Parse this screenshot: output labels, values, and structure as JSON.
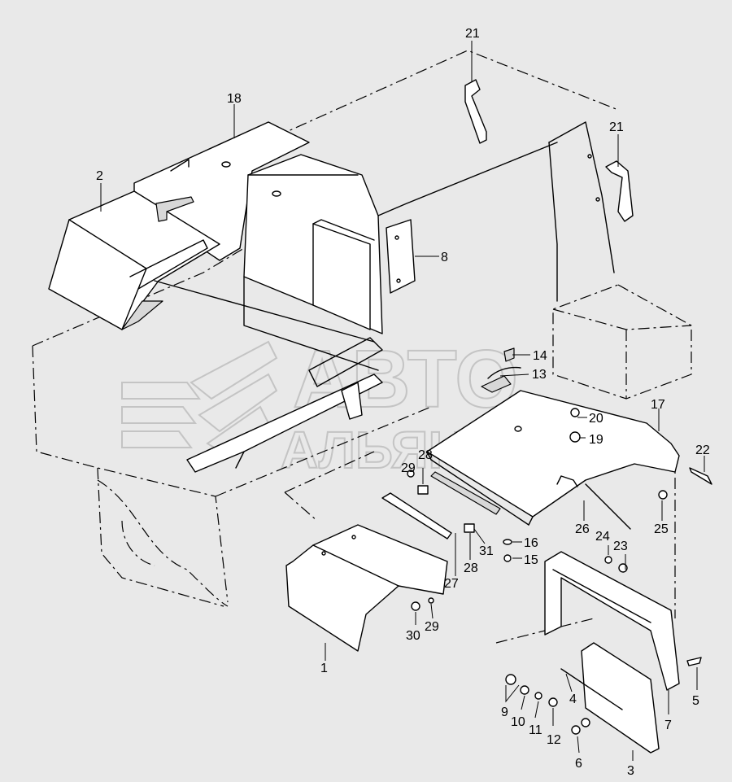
{
  "watermark": {
    "line1": "АВТО",
    "line2": "АЛЬЯНС"
  },
  "labels": [
    {
      "id": "1",
      "text": "1"
    },
    {
      "id": "2",
      "text": "2"
    },
    {
      "id": "3",
      "text": "3"
    },
    {
      "id": "4",
      "text": "4"
    },
    {
      "id": "5",
      "text": "5"
    },
    {
      "id": "6",
      "text": "6"
    },
    {
      "id": "7",
      "text": "7"
    },
    {
      "id": "8",
      "text": "8"
    },
    {
      "id": "9",
      "text": "9"
    },
    {
      "id": "10",
      "text": "10"
    },
    {
      "id": "11",
      "text": "11"
    },
    {
      "id": "12",
      "text": "12"
    },
    {
      "id": "13",
      "text": "13"
    },
    {
      "id": "14",
      "text": "14"
    },
    {
      "id": "15",
      "text": "15"
    },
    {
      "id": "16",
      "text": "16"
    },
    {
      "id": "17",
      "text": "17"
    },
    {
      "id": "18",
      "text": "18"
    },
    {
      "id": "19",
      "text": "19"
    },
    {
      "id": "20",
      "text": "20"
    },
    {
      "id": "21a",
      "text": "21"
    },
    {
      "id": "21b",
      "text": "21"
    },
    {
      "id": "22",
      "text": "22"
    },
    {
      "id": "23",
      "text": "23"
    },
    {
      "id": "24",
      "text": "24"
    },
    {
      "id": "25",
      "text": "25"
    },
    {
      "id": "26",
      "text": "26"
    },
    {
      "id": "27",
      "text": "27"
    },
    {
      "id": "28a",
      "text": "28"
    },
    {
      "id": "28b",
      "text": "28"
    },
    {
      "id": "29a",
      "text": "29"
    },
    {
      "id": "29b",
      "text": "29"
    },
    {
      "id": "30",
      "text": "30"
    },
    {
      "id": "31",
      "text": "31"
    }
  ]
}
